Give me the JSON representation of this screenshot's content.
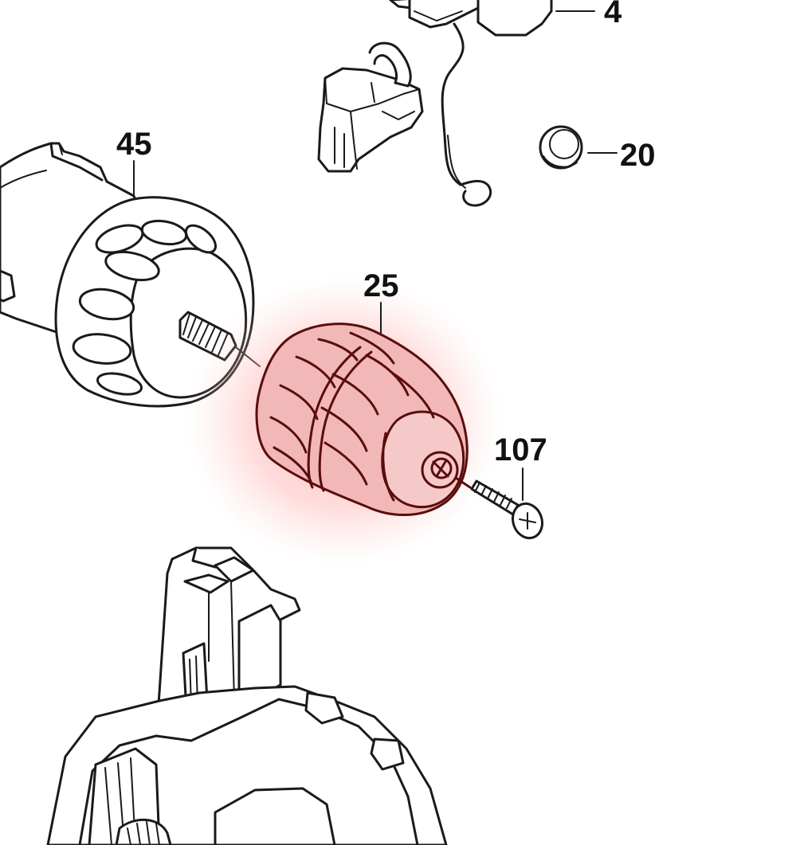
{
  "parts": [
    {
      "id": "4",
      "label": "4"
    },
    {
      "id": "20",
      "label": "20"
    },
    {
      "id": "45",
      "label": "45"
    },
    {
      "id": "25",
      "label": "25"
    },
    {
      "id": "107",
      "label": "107"
    }
  ],
  "highlighted_part": "25",
  "colors": {
    "highlight": "#ff9a9a",
    "chuck_fill": "#f2b8b8",
    "chuck_outline": "#5a0d0d",
    "line": "#1a1a1a",
    "background": "#ffffff"
  }
}
